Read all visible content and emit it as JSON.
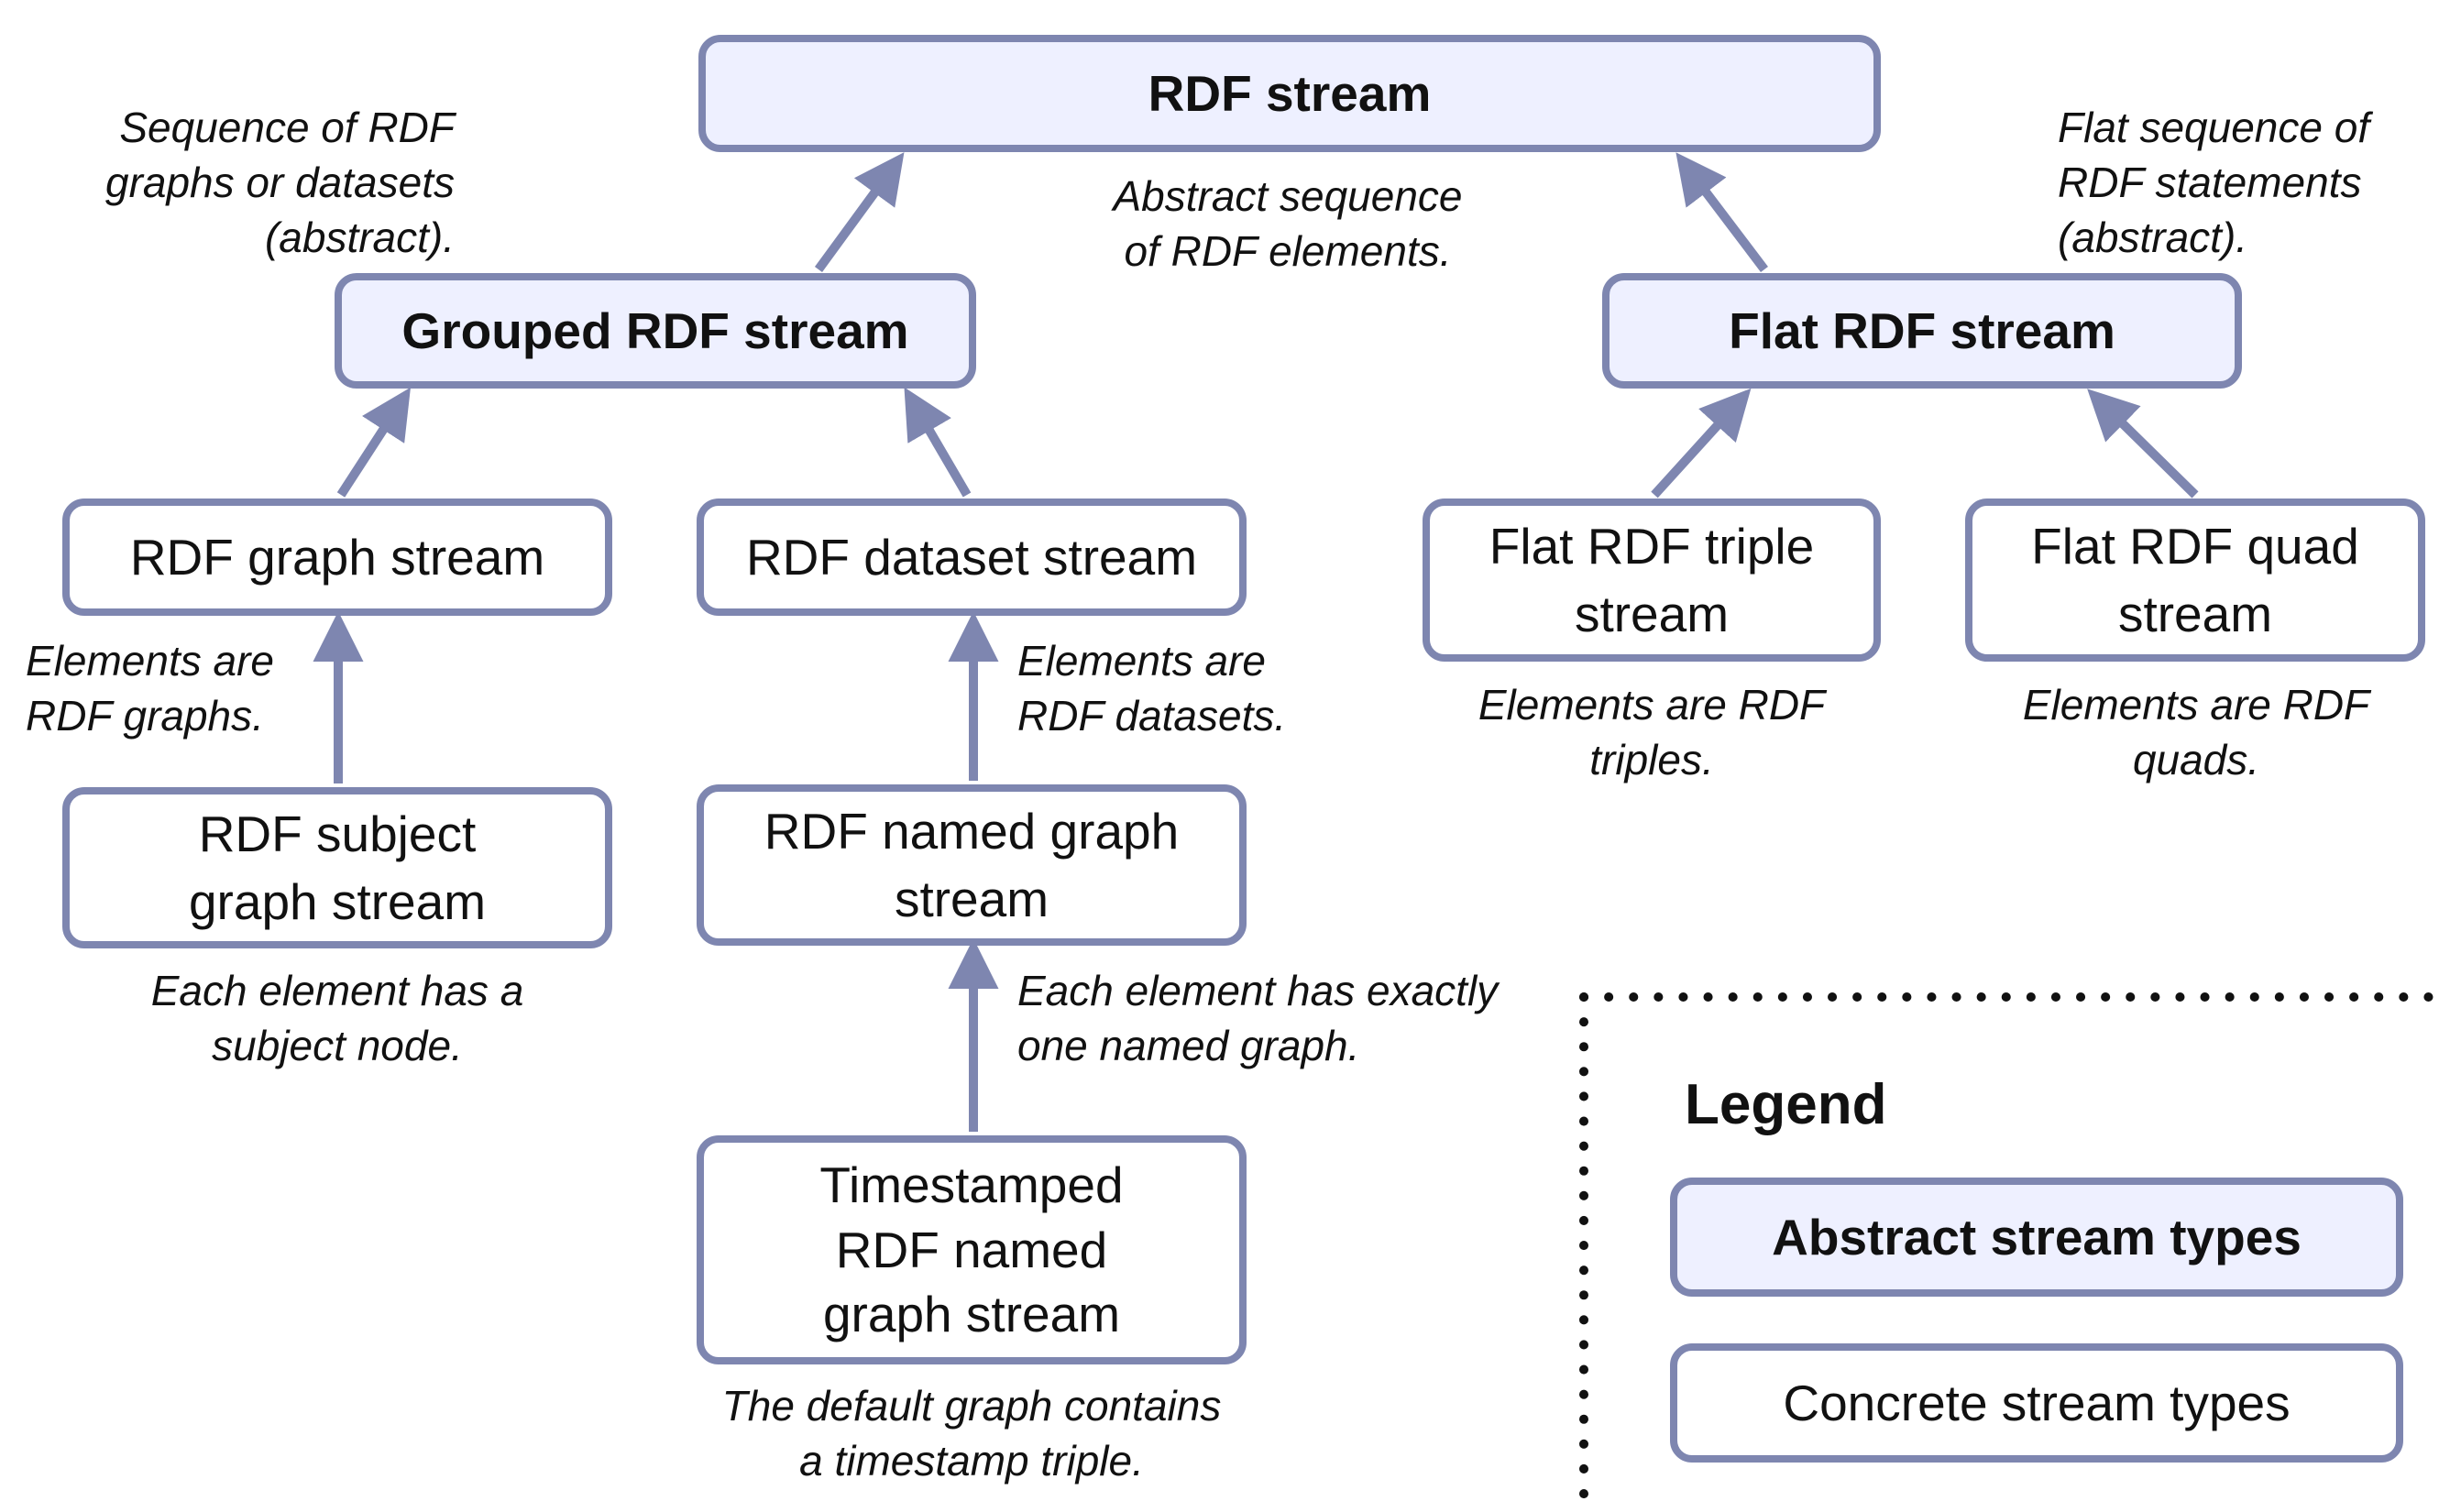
{
  "nodes": {
    "rdf_stream": "RDF stream",
    "grouped": "Grouped RDF stream",
    "flat": "Flat RDF stream",
    "graph_stream": "RDF graph stream",
    "dataset_stream": "RDF dataset stream",
    "subject_graph": "RDF subject\ngraph stream",
    "named_graph": "RDF named graph\nstream",
    "timestamped": "Timestamped\nRDF named\ngraph stream",
    "flat_triple": "Flat RDF triple\nstream",
    "flat_quad": "Flat RDF quad\nstream"
  },
  "notes": {
    "grouped_desc": "Sequence of RDF\ngraphs or datasets\n(abstract).",
    "rdf_stream_desc": "Abstract sequence\nof RDF elements.",
    "flat_desc": "Flat sequence of\nRDF statements\n(abstract).",
    "graph_elements": "Elements are\nRDF graphs.",
    "dataset_elements": "Elements are\nRDF datasets.",
    "triple_elements": "Elements are RDF\ntriples.",
    "quad_elements": "Elements are RDF\nquads.",
    "subject_desc": "Each element has a\nsubject node.",
    "named_desc": "Each element has exactly\none named graph.",
    "timestamp_desc": "The default graph contains\na timestamp triple."
  },
  "legend": {
    "title": "Legend",
    "abstract": "Abstract stream types",
    "concrete": "Concrete stream types"
  },
  "colors": {
    "border": "#7e86b0",
    "abstract_fill": "#eef0ff",
    "arrow": "#7e86b0"
  }
}
